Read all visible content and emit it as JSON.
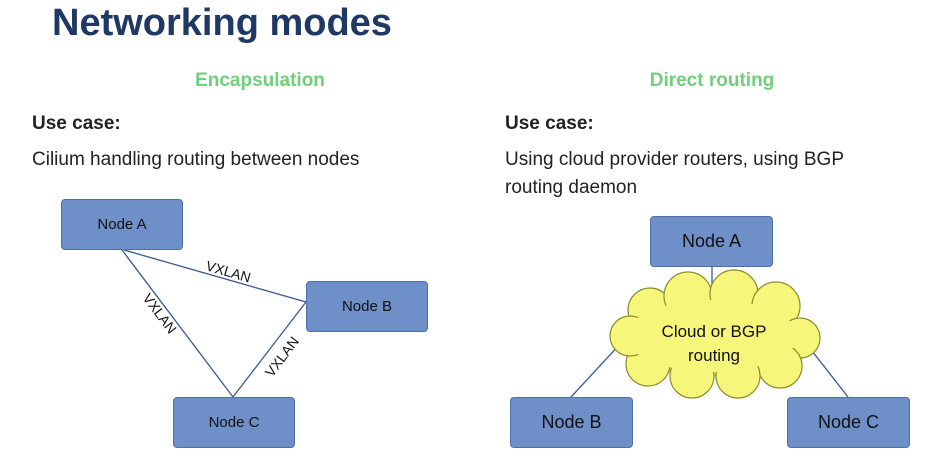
{
  "title": "Networking modes",
  "left": {
    "heading": "Encapsulation",
    "usecase_label": "Use case:",
    "description": "Cilium handling routing between nodes",
    "nodes": {
      "a": "Node A",
      "b": "Node B",
      "c": "Node C"
    },
    "link_label": "VXLAN"
  },
  "right": {
    "heading": "Direct routing",
    "usecase_label": "Use case:",
    "description_line1": "Using cloud provider routers, using BGP",
    "description_line2": "routing daemon",
    "nodes": {
      "a": "Node A",
      "b": "Node B",
      "c": "Node C"
    },
    "cloud_line1": "Cloud or BGP",
    "cloud_line2": "routing"
  },
  "colors": {
    "title": "#1f3864",
    "heading": "#6fcf7a",
    "node_fill": "#6e8fc7",
    "cloud_fill": "#f6f77a"
  }
}
